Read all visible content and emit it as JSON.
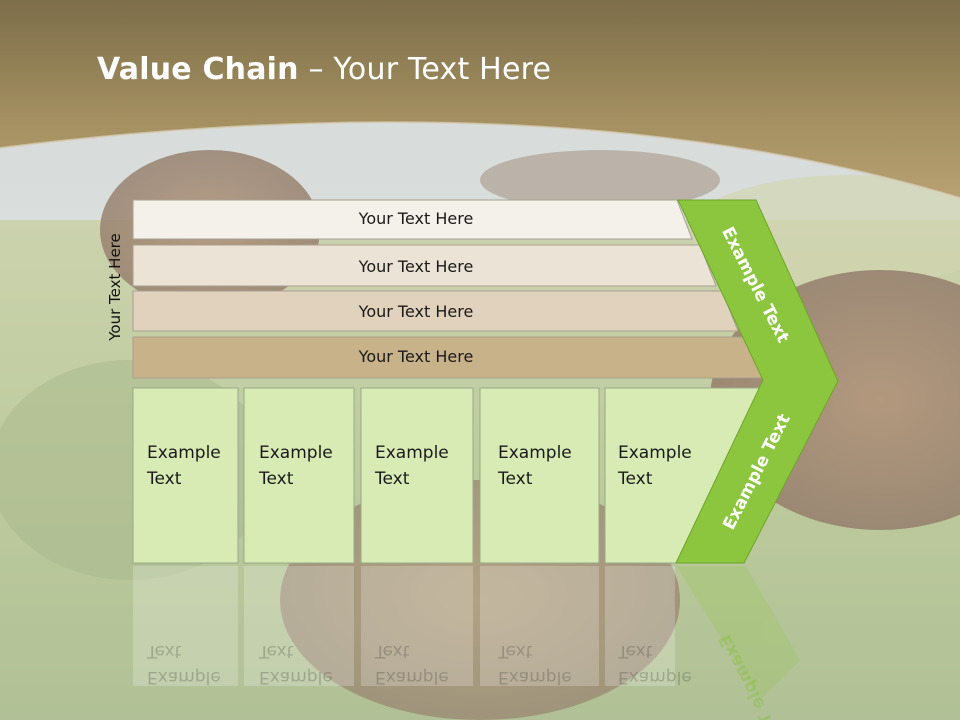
{
  "title": {
    "bold": "Value Chain",
    "rest": " – Your Text Here"
  },
  "side_label": "Your Text Here",
  "rows": [
    "Your Text Here",
    "Your Text Here",
    "Your Text Here",
    "Your Text Here"
  ],
  "columns": [
    {
      "line1": "Example",
      "line2": "Text"
    },
    {
      "line1": "Example",
      "line2": "Text"
    },
    {
      "line1": "Example",
      "line2": "Text"
    },
    {
      "line1": "Example",
      "line2": "Text"
    },
    {
      "line1": "Example",
      "line2": "Text"
    }
  ],
  "arrow_upper_text": "Example Text",
  "arrow_lower_text": "Example Text",
  "colors": {
    "header": "#9c8a5c",
    "row1": "#f4f0ea",
    "row2": "#ebe3d6",
    "row3": "#e0d2bc",
    "row4": "#c8b28a",
    "column_fill": "#d8ebb4",
    "arrow": "#8cc63f"
  }
}
